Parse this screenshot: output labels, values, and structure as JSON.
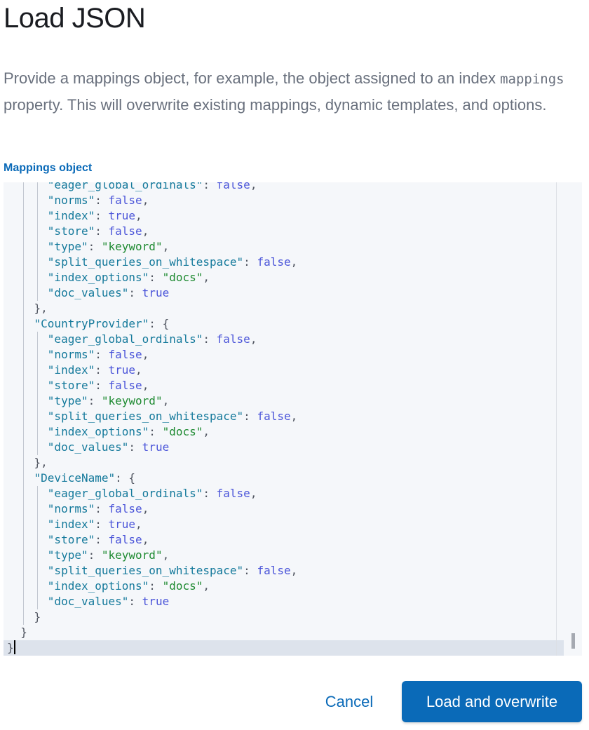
{
  "modal": {
    "title": "Load JSON",
    "description_before": "Provide a mappings object, for example, the object assigned to an index ",
    "description_code": "mappings",
    "description_after": " property. This will overwrite existing mappings, dynamic templates, and options."
  },
  "editor": {
    "label": "Mappings object",
    "lines": [
      "      \"eager_global_ordinals\": false,",
      "      \"norms\": false,",
      "      \"index\": true,",
      "      \"store\": false,",
      "      \"type\": \"keyword\",",
      "      \"split_queries_on_whitespace\": false,",
      "      \"index_options\": \"docs\",",
      "      \"doc_values\": true",
      "    },",
      "    \"CountryProvider\": {",
      "      \"eager_global_ordinals\": false,",
      "      \"norms\": false,",
      "      \"index\": true,",
      "      \"store\": false,",
      "      \"type\": \"keyword\",",
      "      \"split_queries_on_whitespace\": false,",
      "      \"index_options\": \"docs\",",
      "      \"doc_values\": true",
      "    },",
      "    \"DeviceName\": {",
      "      \"eager_global_ordinals\": false,",
      "      \"norms\": false,",
      "      \"index\": true,",
      "      \"store\": false,",
      "      \"type\": \"keyword\",",
      "      \"split_queries_on_whitespace\": false,",
      "      \"index_options\": \"docs\",",
      "      \"doc_values\": true",
      "    }",
      "  }",
      "}"
    ]
  },
  "footer": {
    "cancel_label": "Cancel",
    "confirm_label": "Load and overwrite"
  },
  "colors": {
    "accent": "#0a6ab8",
    "json_key": "#14799b",
    "json_string": "#1e8a31",
    "json_boolean": "#4b55d9"
  }
}
